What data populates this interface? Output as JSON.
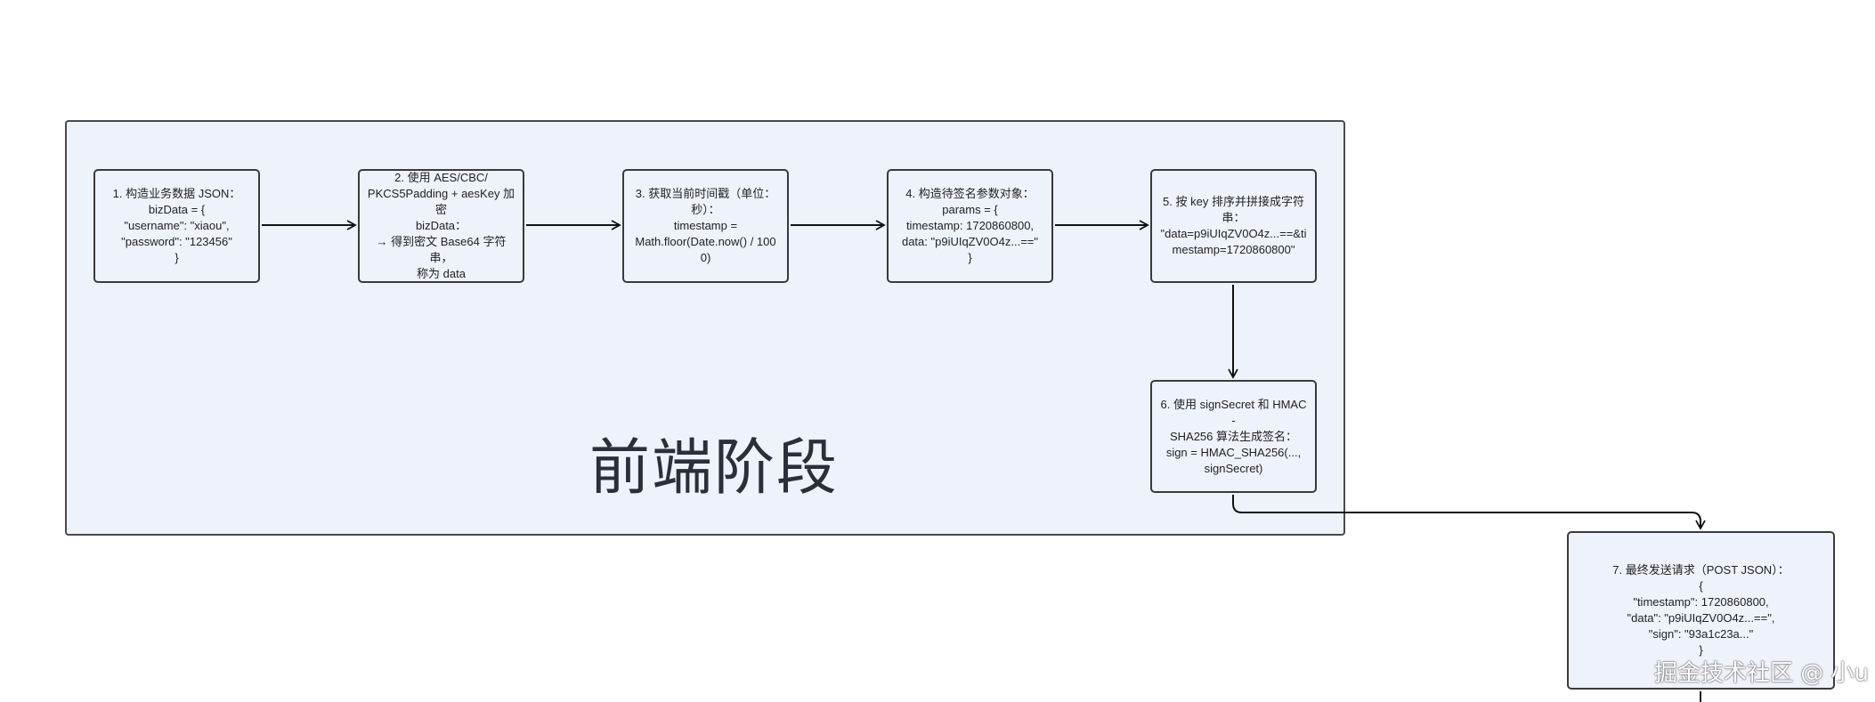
{
  "group": {
    "label": "前端阶段"
  },
  "nodes": [
    {
      "id": "1",
      "text": "1. 构造业务数据 JSON：\nbizData = {\n\"username\": \"xiaou\",\n\"password\": \"123456\"\n}"
    },
    {
      "id": "2",
      "text": "2. 使用 AES/CBC/\nPKCS5Padding + aesKey 加密\nbizData：\n→ 得到密文 Base64 字符串，\n称为 data"
    },
    {
      "id": "3",
      "text": "3. 获取当前时间戳（单位：\n秒）：\ntimestamp =\nMath.floor(Date.now() / 1000)"
    },
    {
      "id": "4",
      "text": "4. 构造待签名参数对象：\nparams = {\ntimestamp: 1720860800,\ndata: \"p9iUIqZV0O4z...==\"\n}"
    },
    {
      "id": "5",
      "text": "5. 按 key 排序并拼接成字符\n串：\n\"data=p9iUIqZV0O4z...==&ti\nmestamp=1720860800\""
    },
    {
      "id": "6",
      "text": "6. 使用 signSecret 和 HMAC-\nSHA256 算法生成签名：\nsign = HMAC_SHA256(...,\nsignSecret)"
    },
    {
      "id": "7",
      "text": "7. 最终发送请求（POST JSON）：\n{\n\"timestamp\": 1720860800,\n\"data\": \"p9iUIqZV0O4z...==\",\n\"sign\": \"93a1c23a...\"\n}"
    }
  ],
  "watermark": "掘金技术社区 @ 小u"
}
